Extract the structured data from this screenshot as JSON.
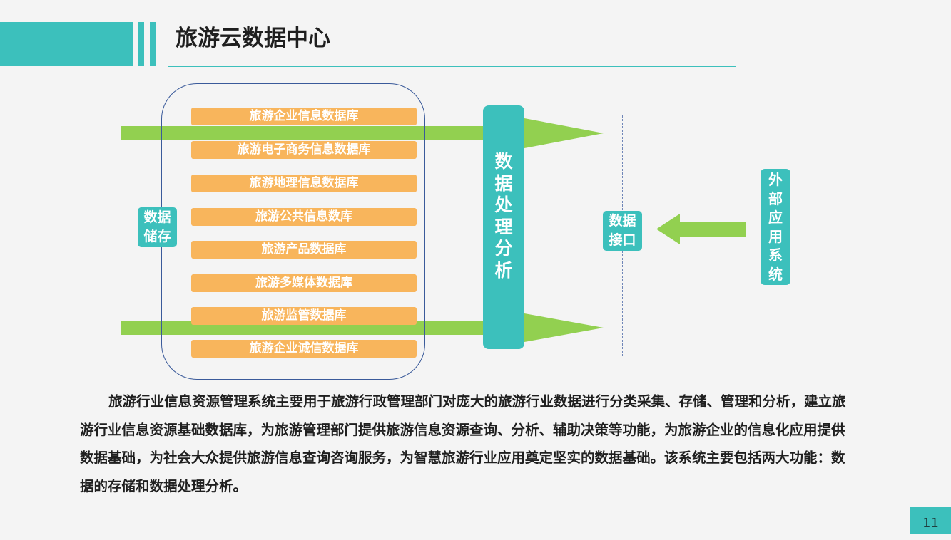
{
  "header": {
    "title": "旅游云数据中心"
  },
  "diagram": {
    "storage_label": "数据\n储存",
    "databases": [
      "旅游企业信息数据库",
      "旅游电子商务信息数据库",
      "旅游地理信息数据库",
      "旅游公共信息数库",
      "旅游产品数据库",
      "旅游多媒体数据库",
      "旅游监管数据库",
      "旅游企业诚信数据库"
    ],
    "processing_chars": [
      "数",
      "据",
      "处",
      "理",
      "分",
      "析"
    ],
    "interface_label": "数据\n接口",
    "external_chars": [
      "外",
      "部",
      "应",
      "用",
      "系",
      "统"
    ]
  },
  "body": {
    "paragraph": "旅游行业信息资源管理系统主要用于旅游行政管理部门对庞大的旅游行业数据进行分类采集、存储、管理和分析，建立旅游行业信息资源基础数据库，为旅游管理部门提供旅游信息资源查询、分析、辅助决策等功能，为旅游企业的信息化应用提供数据基础，为社会大众提供旅游信息查询咨询服务，为智慧旅游行业应用奠定坚实的数据基础。该系统主要包括两大功能：数据的存储和数据处理分析。"
  },
  "footer": {
    "page_number": "11"
  },
  "colors": {
    "teal": "#3cc0bc",
    "orange": "#f8b55c",
    "green": "#92d050",
    "frame_blue": "#3a5a9a"
  }
}
